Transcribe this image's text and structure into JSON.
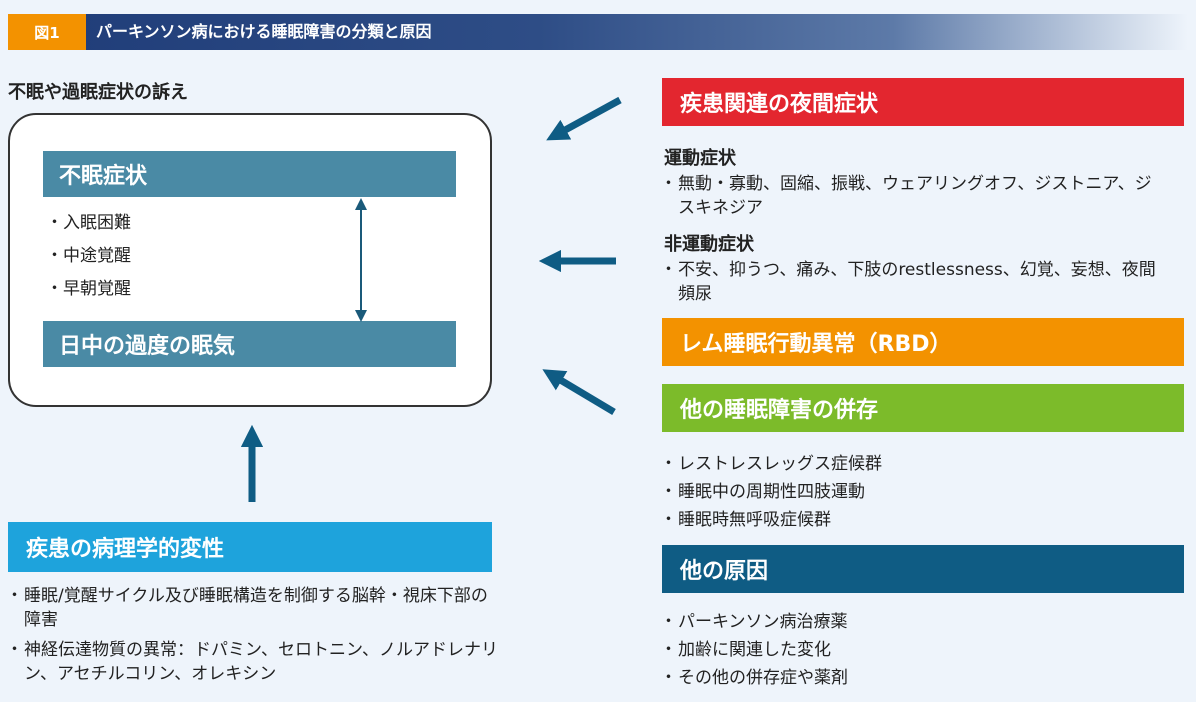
{
  "header": {
    "fig_tag": "図1",
    "title": "パーキンソン病における睡眠障害の分類と原因"
  },
  "subtitle": "不眠や過眠症状の訴え",
  "main_box": {
    "insomnia_title": "不眠症状",
    "insomnia_items": [
      "入眠困難",
      "中途覚醒",
      "早朝覚醒"
    ],
    "daytime_title": "日中の過度の眠気"
  },
  "disease_related": {
    "title": "疾患関連の夜間症状",
    "motor_title": "運動症状",
    "motor_items": [
      "無動・寡動、固縮、振戦、ウェアリングオフ、ジストニア、ジスキネジア"
    ],
    "nonmotor_title": "非運動症状",
    "nonmotor_items": [
      "不安、抑うつ、痛み、下肢のrestlessness、幻覚、妄想、夜間頻尿"
    ]
  },
  "rbd": {
    "title": "レム睡眠行動異常（RBD）"
  },
  "other_sleep": {
    "title": "他の睡眠障害の併存",
    "items": [
      "レストレスレッグス症候群",
      "睡眠中の周期性四肢運動",
      "睡眠時無呼吸症候群"
    ]
  },
  "other_causes": {
    "title": "他の原因",
    "items": [
      "パーキンソン病治療薬",
      "加齢に関連した変化",
      "その他の併存症や薬剤"
    ]
  },
  "pathology": {
    "title": "疾患の病理学的変性",
    "items": [
      "睡眠/覚醒サイクル及び睡眠構造を制御する脳幹・視床下部の障害",
      "神経伝達物質の異常：ドパミン、セロトニン、ノルアドレナリン、アセチルコリン、オレキシン"
    ]
  },
  "colors": {
    "header_navy": "#1f3c78",
    "accent_orange": "#f39200",
    "red": "#e3262f",
    "green": "#7cbb2a",
    "dark_blue": "#0f5c84",
    "light_blue": "#1ea3dc",
    "teal": "#4a8aa5"
  }
}
